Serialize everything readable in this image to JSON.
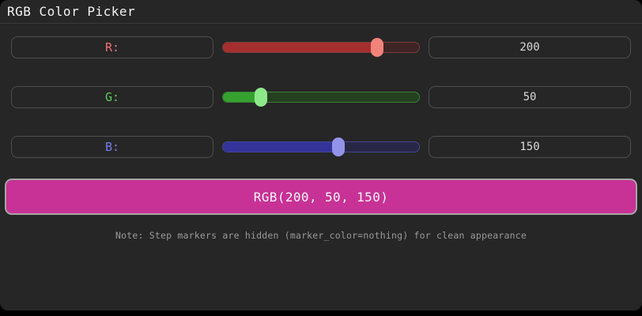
{
  "window": {
    "title": "RGB Color Picker"
  },
  "channels": [
    {
      "id": "r",
      "label": "R:",
      "value": 200,
      "max": 255,
      "label_color": "#ee7272",
      "fill_color": "#a52f2f",
      "handle_color": "#f2837a",
      "track_color": "#3e2424",
      "track_border": "#7a3c3c"
    },
    {
      "id": "g",
      "label": "G:",
      "value": 50,
      "max": 255,
      "label_color": "#5ecc5e",
      "fill_color": "#35a22f",
      "handle_color": "#8ee88a",
      "track_color": "#24401f",
      "track_border": "#3a7d3a"
    },
    {
      "id": "b",
      "label": "B:",
      "value": 150,
      "max": 255,
      "label_color": "#7b7bf0",
      "fill_color": "#333399",
      "handle_color": "#9393ea",
      "track_color": "#272745",
      "track_border": "#44449a"
    }
  ],
  "swatch": {
    "label": "RGB(200, 50, 150)",
    "color": "#c83296",
    "border_color": "#a6a6a6"
  },
  "note": "Note: Step markers are hidden (marker_color=nothing) for clean appearance"
}
